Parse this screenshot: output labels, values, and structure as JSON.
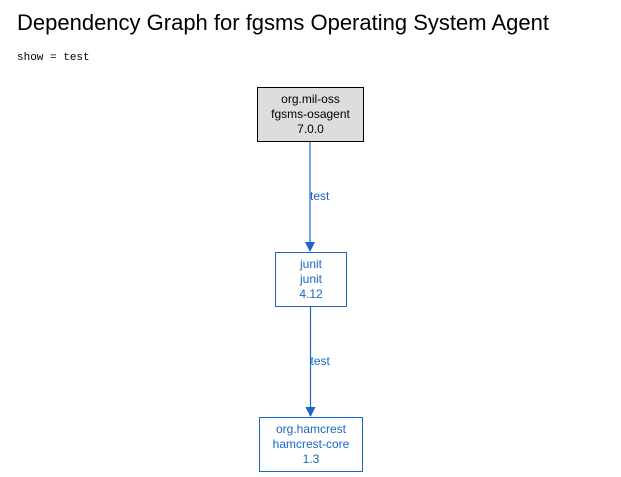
{
  "title": "Dependency Graph for fgsms Operating System Agent",
  "filter": {
    "label": "show",
    "operator": "=",
    "value": "test"
  },
  "colors": {
    "root_fill": "#dddddd",
    "root_border": "#000000",
    "root_text": "#000000",
    "dep_border": "#1a66c8",
    "dep_text": "#1a66c8",
    "edge": "#1a66c8"
  },
  "nodes": [
    {
      "id": "root",
      "group": "org.mil-oss",
      "artifact": "fgsms-osagent",
      "version": "7.0.0",
      "is_root": true
    },
    {
      "id": "junit",
      "group": "junit",
      "artifact": "junit",
      "version": "4.12",
      "is_root": false
    },
    {
      "id": "hamcrest",
      "group": "org.hamcrest",
      "artifact": "hamcrest-core",
      "version": "1.3",
      "is_root": false
    }
  ],
  "edges": [
    {
      "from": "root",
      "to": "junit",
      "scope": "test"
    },
    {
      "from": "junit",
      "to": "hamcrest",
      "scope": "test"
    }
  ]
}
